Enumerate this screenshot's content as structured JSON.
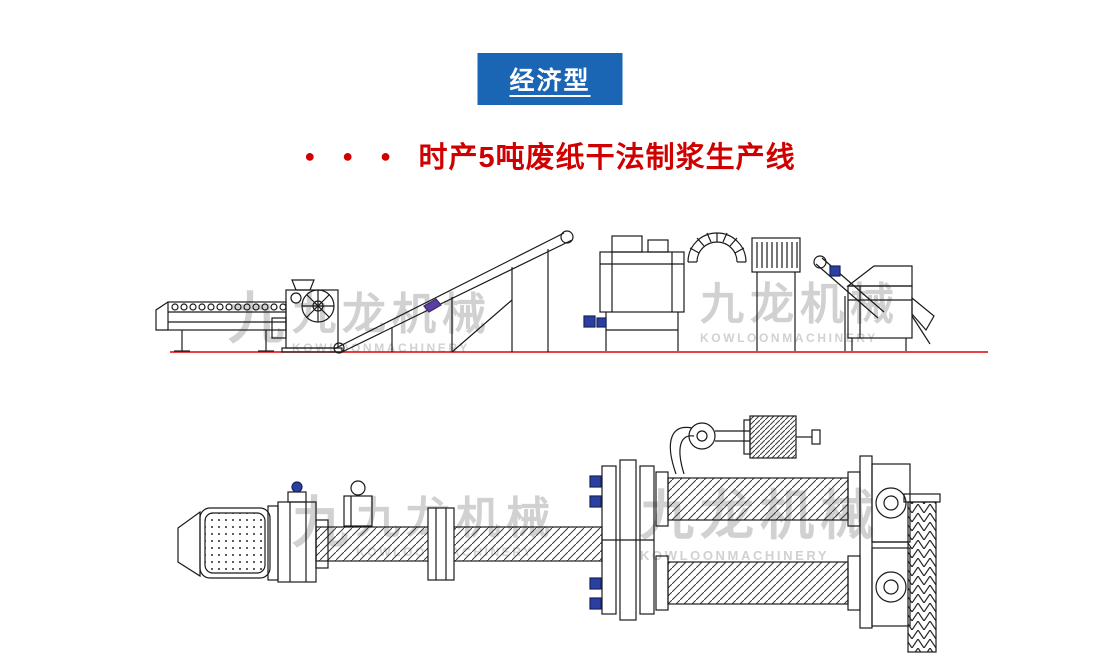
{
  "badge": {
    "label": "经济型"
  },
  "title": {
    "bullets": "● ● ●",
    "text": "时产5吨废纸干法制浆生产线"
  },
  "watermark": {
    "logo": "九",
    "cn": "九龙机械",
    "en": "KOWLOONMACHINERY"
  },
  "colors": {
    "badge_bg": "#1b66b4",
    "title_red": "#d00000",
    "ground_line": "#e60000",
    "line_black": "#1a1a1a",
    "motor_blue": "#2a3f9f",
    "chip_purple": "#5b3fa0",
    "watermark_gray": "#c9c9c9"
  }
}
